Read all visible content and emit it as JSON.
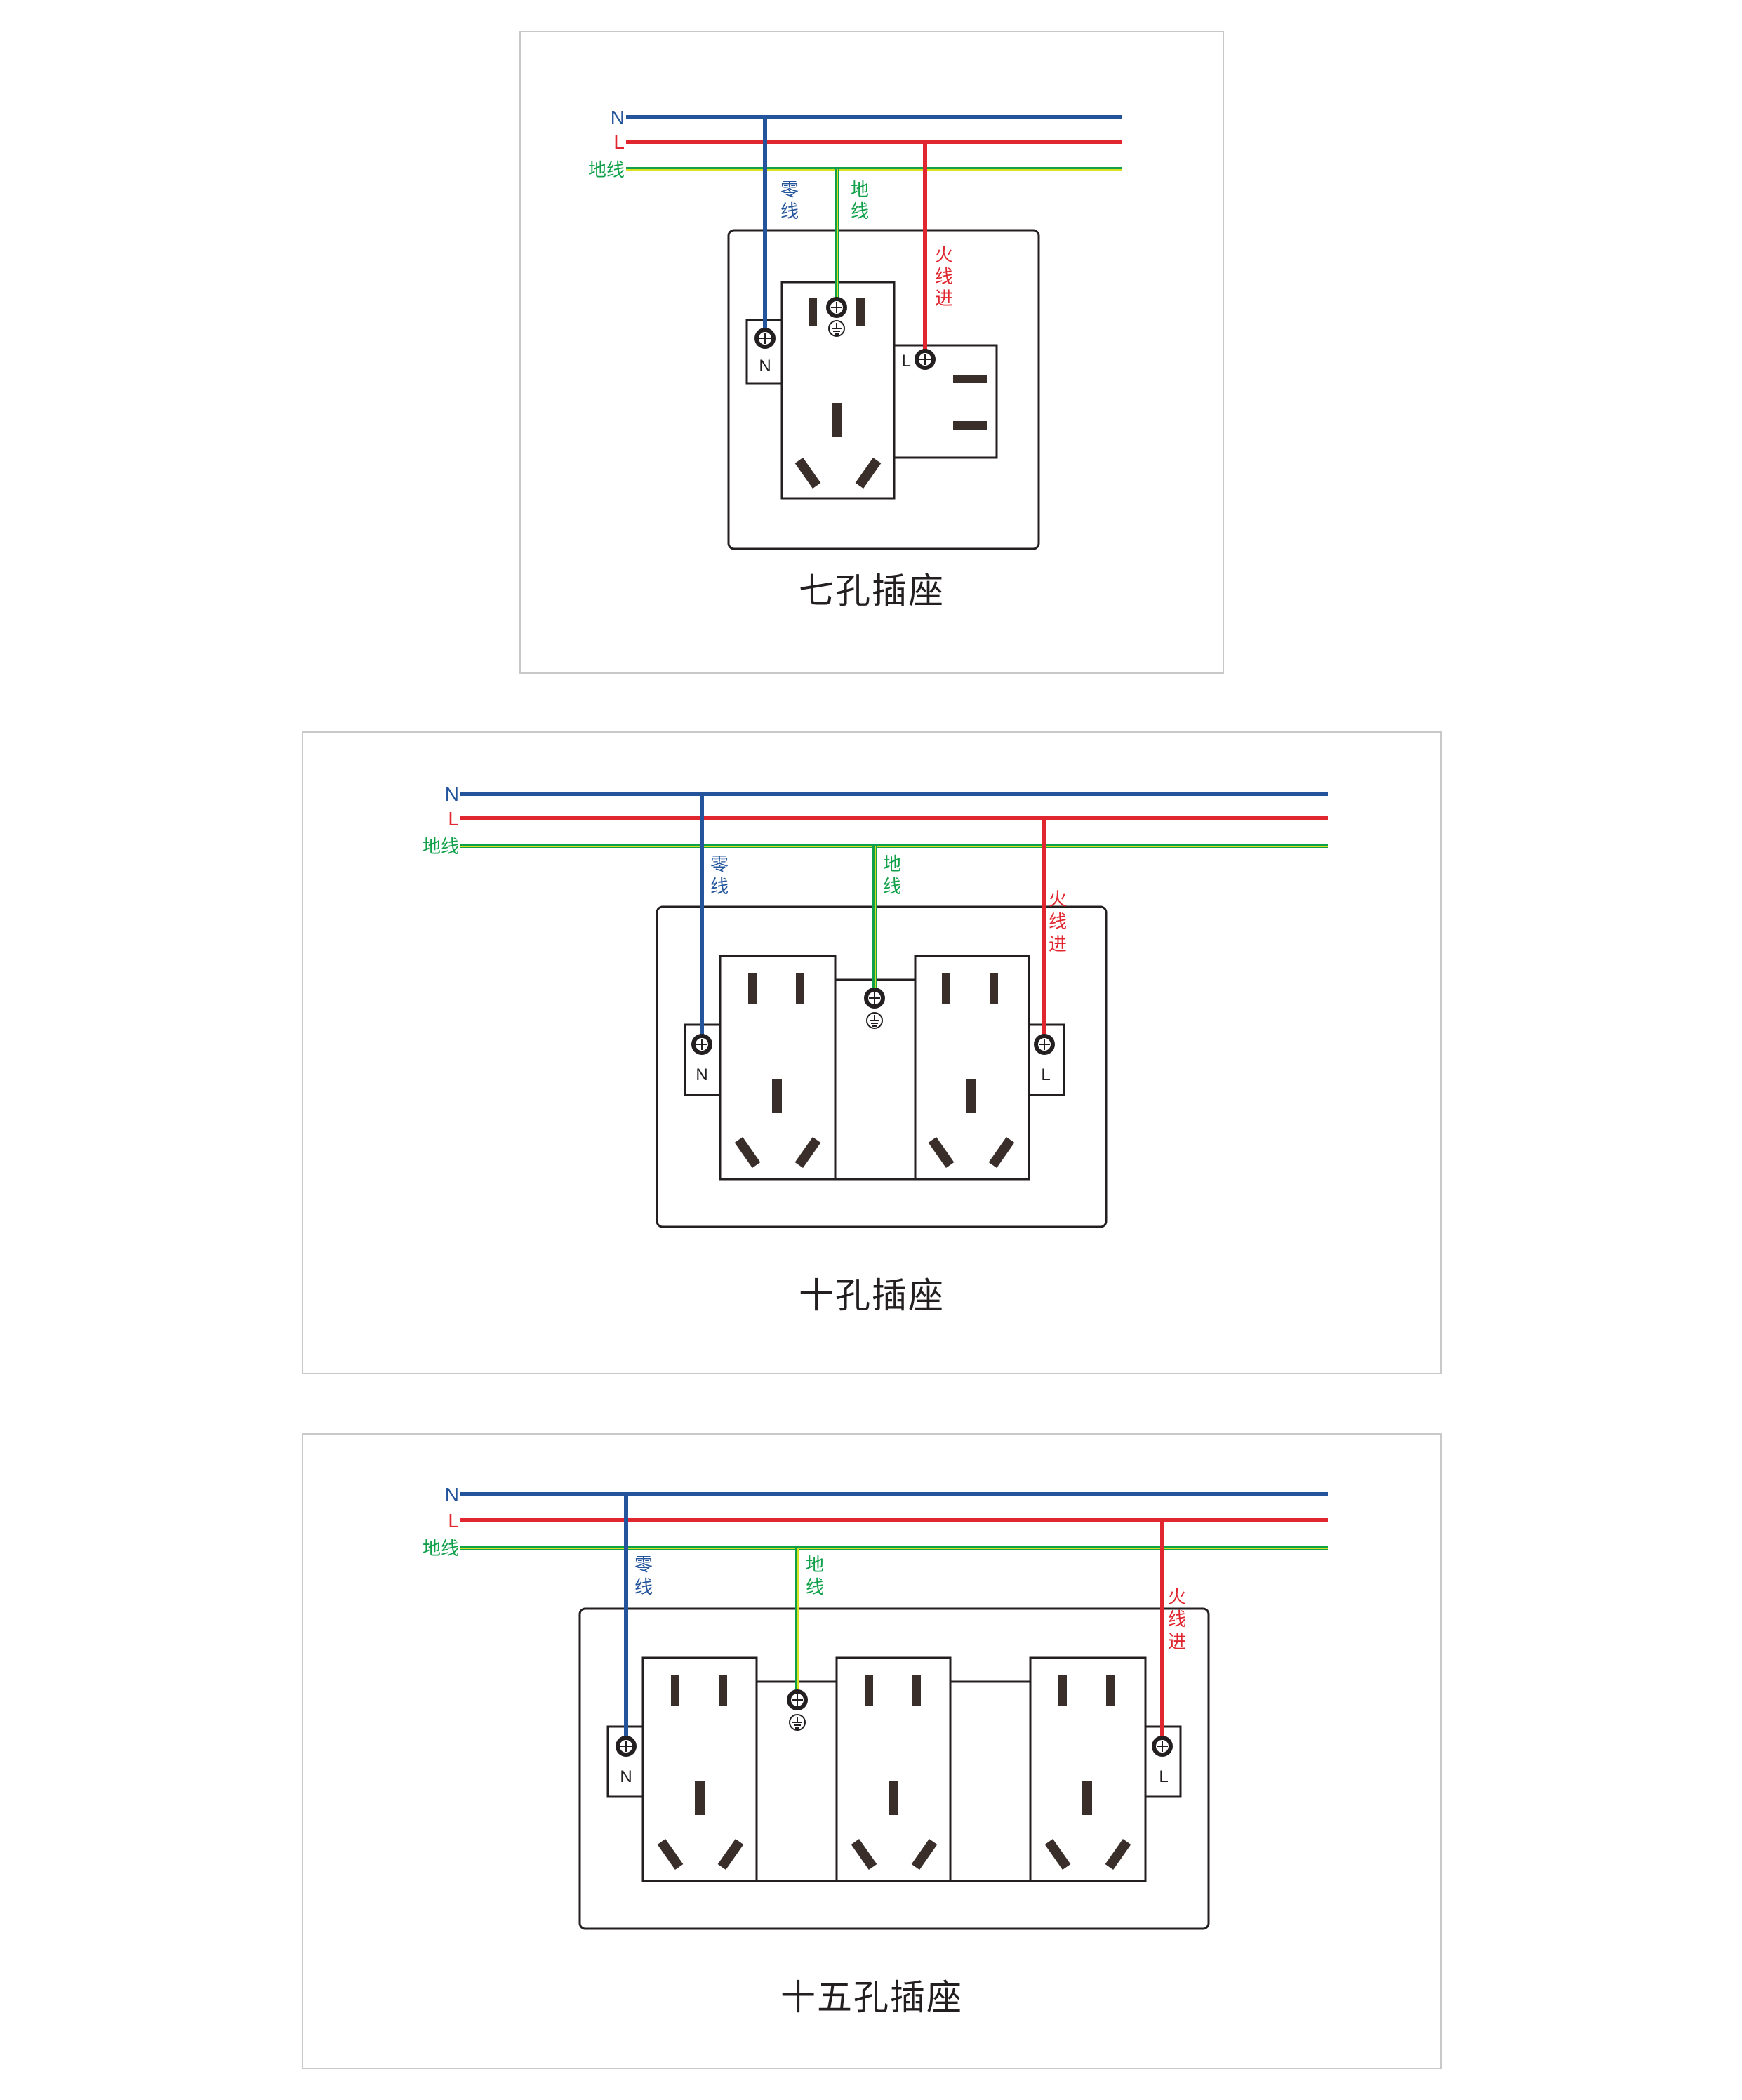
{
  "colors": {
    "neutral": "#24559c",
    "live": "#e0262e",
    "earth_green": "#11a04a",
    "earth_yellow": "#d9e021",
    "outline": "#231f20",
    "hole": "#3a2e2b"
  },
  "bus_labels": {
    "n": "N",
    "l": "L",
    "earth": "地线"
  },
  "wire_labels": {
    "neutral": [
      "零",
      "线"
    ],
    "earth": [
      "地",
      "线"
    ],
    "live": [
      "火",
      "线",
      "进"
    ]
  },
  "terminal_labels": {
    "n": "N",
    "l": "L"
  },
  "diagrams": [
    {
      "title": "七孔插座"
    },
    {
      "title": "十孔插座"
    },
    {
      "title": "十五孔插座"
    }
  ]
}
